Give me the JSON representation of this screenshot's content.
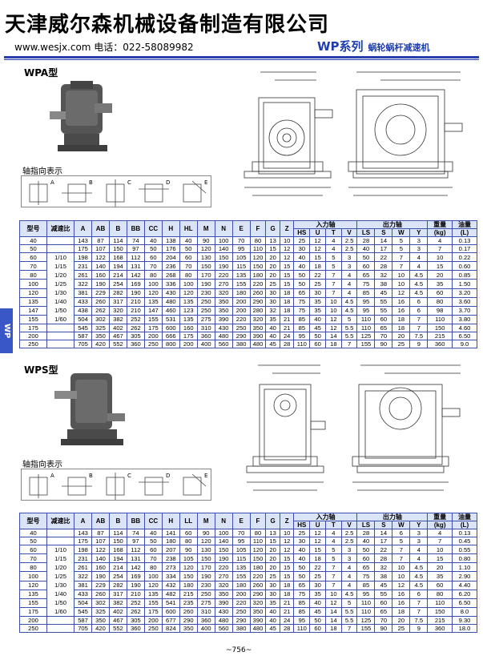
{
  "header": {
    "company": "天津威尔森机械设备制造有限公司",
    "contact": "www.wesjx.com 电话：022-58089982",
    "series": "WP系列",
    "series_sub": "蜗轮蜗杆减速机"
  },
  "side_tab": "WP",
  "wpa": {
    "title": "WPA型",
    "axis_title": "轴指向表示",
    "axis_letters": [
      "A",
      "B",
      "C",
      "D",
      "E"
    ],
    "table": {
      "headers_top": [
        "型号",
        "减速比",
        "A",
        "AB",
        "B",
        "BB",
        "CC",
        "H",
        "HL",
        "M",
        "N",
        "E",
        "F",
        "G",
        "Z",
        "入力轴",
        "出力轴",
        "重量",
        "油量"
      ],
      "headers_sub": [
        "HS",
        "U",
        "T",
        "V",
        "LS",
        "S",
        "W",
        "Y",
        "(kg)",
        "(L)"
      ],
      "ratios": [
        "1/10",
        "1/15",
        "1/20",
        "1/25",
        "1/30",
        "1/40",
        "1/50",
        "1/60"
      ],
      "rows": [
        [
          "40",
          "143",
          "87",
          "114",
          "74",
          "40",
          "138",
          "40",
          "90",
          "100",
          "70",
          "80",
          "13",
          "10",
          "25",
          "12",
          "4",
          "2.5",
          "28",
          "14",
          "5",
          "3",
          "4",
          "0.13"
        ],
        [
          "50",
          "175",
          "107",
          "150",
          "97",
          "50",
          "176",
          "50",
          "120",
          "140",
          "95",
          "110",
          "15",
          "12",
          "30",
          "12",
          "4",
          "2.5",
          "40",
          "17",
          "5",
          "3",
          "7",
          "0.17"
        ],
        [
          "60",
          "198",
          "122",
          "168",
          "112",
          "60",
          "204",
          "60",
          "130",
          "150",
          "105",
          "120",
          "20",
          "12",
          "40",
          "15",
          "5",
          "3",
          "50",
          "22",
          "7",
          "4",
          "10",
          "0.22"
        ],
        [
          "70",
          "231",
          "140",
          "194",
          "131",
          "70",
          "236",
          "70",
          "150",
          "190",
          "115",
          "150",
          "20",
          "15",
          "40",
          "18",
          "5",
          "3",
          "60",
          "28",
          "7",
          "4",
          "15",
          "0.60"
        ],
        [
          "80",
          "261",
          "160",
          "214",
          "142",
          "80",
          "268",
          "80",
          "170",
          "220",
          "135",
          "180",
          "20",
          "15",
          "50",
          "22",
          "7",
          "4",
          "65",
          "32",
          "10",
          "4.5",
          "20",
          "0.85"
        ],
        [
          "100",
          "322",
          "190",
          "254",
          "169",
          "100",
          "336",
          "100",
          "190",
          "270",
          "155",
          "220",
          "25",
          "15",
          "50",
          "25",
          "7",
          "4",
          "75",
          "38",
          "10",
          "4.5",
          "35",
          "1.50"
        ],
        [
          "120",
          "381",
          "229",
          "282",
          "190",
          "120",
          "430",
          "120",
          "230",
          "320",
          "180",
          "260",
          "30",
          "18",
          "65",
          "30",
          "7",
          "4",
          "85",
          "45",
          "12",
          "4.5",
          "60",
          "3.20"
        ],
        [
          "135",
          "433",
          "260",
          "317",
          "210",
          "135",
          "480",
          "135",
          "250",
          "350",
          "200",
          "290",
          "30",
          "18",
          "75",
          "35",
          "10",
          "4.5",
          "95",
          "55",
          "16",
          "6",
          "80",
          "3.60"
        ],
        [
          "147",
          "438",
          "262",
          "320",
          "210",
          "147",
          "460",
          "123",
          "250",
          "350",
          "200",
          "280",
          "32",
          "18",
          "75",
          "35",
          "10",
          "4.5",
          "95",
          "55",
          "16",
          "6",
          "98",
          "3.70"
        ],
        [
          "155",
          "504",
          "302",
          "382",
          "252",
          "155",
          "531",
          "135",
          "275",
          "390",
          "220",
          "320",
          "35",
          "21",
          "85",
          "40",
          "12",
          "5",
          "110",
          "60",
          "18",
          "7",
          "110",
          "3.80"
        ],
        [
          "175",
          "545",
          "325",
          "402",
          "262",
          "175",
          "600",
          "160",
          "310",
          "430",
          "250",
          "350",
          "40",
          "21",
          "85",
          "45",
          "12",
          "5.5",
          "110",
          "65",
          "18",
          "7",
          "150",
          "4.60"
        ],
        [
          "200",
          "587",
          "350",
          "467",
          "305",
          "200",
          "666",
          "175",
          "360",
          "480",
          "290",
          "390",
          "40",
          "24",
          "95",
          "50",
          "14",
          "5.5",
          "125",
          "70",
          "20",
          "7.5",
          "215",
          "6.50"
        ],
        [
          "250",
          "705",
          "420",
          "552",
          "360",
          "250",
          "800",
          "200",
          "400",
          "560",
          "380",
          "480",
          "45",
          "28",
          "110",
          "60",
          "18",
          "7",
          "155",
          "90",
          "25",
          "9",
          "360",
          "9.0"
        ]
      ]
    }
  },
  "wps": {
    "title": "WPS型",
    "axis_title": "轴指向表示",
    "axis_letters": [
      "A",
      "B",
      "C",
      "D",
      "E"
    ],
    "table": {
      "headers_top": [
        "型号",
        "减速比",
        "A",
        "AB",
        "B",
        "BB",
        "CC",
        "H",
        "LL",
        "M",
        "N",
        "E",
        "F",
        "G",
        "Z",
        "入力轴",
        "出力轴",
        "重量",
        "油量"
      ],
      "headers_sub": [
        "HS",
        "U",
        "T",
        "V",
        "LS",
        "S",
        "W",
        "Y",
        "(kg)",
        "(L)"
      ],
      "ratios": [
        "1/10",
        "1/15",
        "1/20",
        "1/25",
        "1/30",
        "1/40",
        "1/50",
        "1/60"
      ],
      "rows": [
        [
          "40",
          "143",
          "87",
          "114",
          "74",
          "40",
          "141",
          "60",
          "90",
          "100",
          "70",
          "80",
          "13",
          "10",
          "25",
          "12",
          "4",
          "2.5",
          "28",
          "14",
          "6",
          "3",
          "4",
          "0.13"
        ],
        [
          "50",
          "175",
          "107",
          "150",
          "97",
          "50",
          "180",
          "80",
          "120",
          "140",
          "95",
          "110",
          "15",
          "12",
          "30",
          "12",
          "4",
          "2.5",
          "40",
          "17",
          "5",
          "3",
          "7",
          "0.45"
        ],
        [
          "60",
          "198",
          "122",
          "168",
          "112",
          "60",
          "207",
          "90",
          "130",
          "150",
          "105",
          "120",
          "20",
          "12",
          "40",
          "15",
          "5",
          "3",
          "50",
          "22",
          "7",
          "4",
          "10",
          "0.55"
        ],
        [
          "70",
          "231",
          "140",
          "194",
          "131",
          "70",
          "238",
          "105",
          "150",
          "190",
          "115",
          "150",
          "20",
          "15",
          "40",
          "18",
          "5",
          "3",
          "60",
          "28",
          "7",
          "4",
          "15",
          "0.80"
        ],
        [
          "80",
          "261",
          "160",
          "214",
          "142",
          "80",
          "273",
          "120",
          "170",
          "220",
          "135",
          "180",
          "20",
          "15",
          "50",
          "22",
          "7",
          "4",
          "65",
          "32",
          "10",
          "4.5",
          "20",
          "1.10"
        ],
        [
          "100",
          "322",
          "190",
          "254",
          "169",
          "100",
          "334",
          "150",
          "190",
          "270",
          "155",
          "220",
          "25",
          "15",
          "50",
          "25",
          "7",
          "4",
          "75",
          "38",
          "10",
          "4.5",
          "35",
          "2.90"
        ],
        [
          "120",
          "381",
          "229",
          "282",
          "190",
          "120",
          "432",
          "180",
          "230",
          "320",
          "180",
          "260",
          "30",
          "18",
          "65",
          "30",
          "7",
          "4",
          "85",
          "45",
          "12",
          "4.5",
          "60",
          "4.40"
        ],
        [
          "135",
          "433",
          "260",
          "317",
          "210",
          "135",
          "482",
          "215",
          "250",
          "350",
          "200",
          "290",
          "30",
          "18",
          "75",
          "35",
          "10",
          "4.5",
          "95",
          "55",
          "16",
          "6",
          "80",
          "6.20"
        ],
        [
          "155",
          "504",
          "302",
          "382",
          "252",
          "155",
          "541",
          "235",
          "275",
          "390",
          "220",
          "320",
          "35",
          "21",
          "85",
          "40",
          "12",
          "5",
          "110",
          "60",
          "16",
          "7",
          "110",
          "6.50"
        ],
        [
          "175",
          "545",
          "325",
          "402",
          "262",
          "175",
          "600",
          "260",
          "310",
          "430",
          "250",
          "350",
          "40",
          "21",
          "85",
          "45",
          "14",
          "5.5",
          "110",
          "65",
          "18",
          "7",
          "150",
          "8.0"
        ],
        [
          "200",
          "587",
          "350",
          "467",
          "305",
          "200",
          "677",
          "290",
          "360",
          "480",
          "290",
          "390",
          "40",
          "24",
          "95",
          "50",
          "14",
          "5.5",
          "125",
          "70",
          "20",
          "7.5",
          "215",
          "9.30"
        ],
        [
          "250",
          "705",
          "420",
          "552",
          "360",
          "250",
          "824",
          "350",
          "400",
          "560",
          "380",
          "480",
          "45",
          "28",
          "110",
          "60",
          "18",
          "7",
          "155",
          "90",
          "25",
          "9",
          "360",
          "18.0"
        ]
      ]
    }
  },
  "page_number": "~756~"
}
